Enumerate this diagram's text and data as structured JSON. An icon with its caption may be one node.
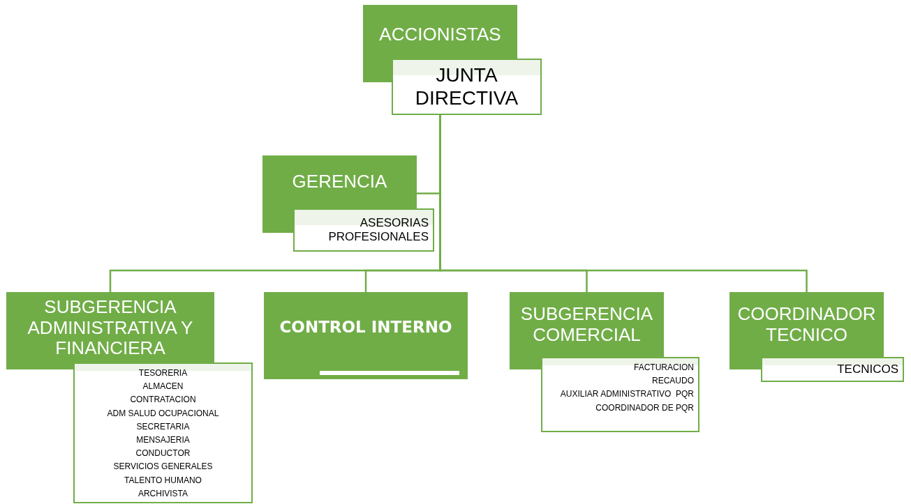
{
  "diagram": {
    "nodes": [
      {
        "text": [
          "ACCIONISTAS"
        ]
      },
      {
        "text": [
          "JUNTA DIRECTIVA"
        ]
      },
      {
        "text": [
          "GERENCIA"
        ]
      },
      {
        "text": [
          "ASESORIAS PROFESIONALES"
        ]
      },
      {
        "text": [
          "SUBGERENCIA ADMINISTRATIVA Y FINANCIERA"
        ]
      },
      {
        "text": [
          "TESORERIA",
          "ALMACEN",
          "CONTRATACION",
          "ADM SALUD OCUPACIONAL",
          "SECRETARIA",
          "MENSAJERIA",
          "CONDUCTOR",
          "SERVICIOS GENERALES",
          "TALENTO HUMANO",
          "ARCHIVISTA"
        ]
      },
      {
        "text": [
          "CONTROL INTERNO"
        ]
      },
      {
        "text": [
          "SUBGERENCIA COMERCIAL"
        ]
      },
      {
        "text": [
          "FACTURACION",
          "RECAUDO",
          "AUXILIAR ADMINISTRATIVO  PQR",
          "COORDINADOR DE PQR"
        ]
      },
      {
        "text": [
          "COORDINADOR TECNICO"
        ]
      },
      {
        "text": [
          "TECNICOS"
        ]
      }
    ],
    "edges": [
      {
        "from": 1,
        "to": 2,
        "arrow": "none"
      },
      {
        "from": 1,
        "to": 4,
        "arrow": "none"
      },
      {
        "from": 1,
        "to": 6,
        "arrow": "none"
      },
      {
        "from": 1,
        "to": 7,
        "arrow": "none"
      },
      {
        "from": 1,
        "to": 9,
        "arrow": "none"
      }
    ]
  }
}
